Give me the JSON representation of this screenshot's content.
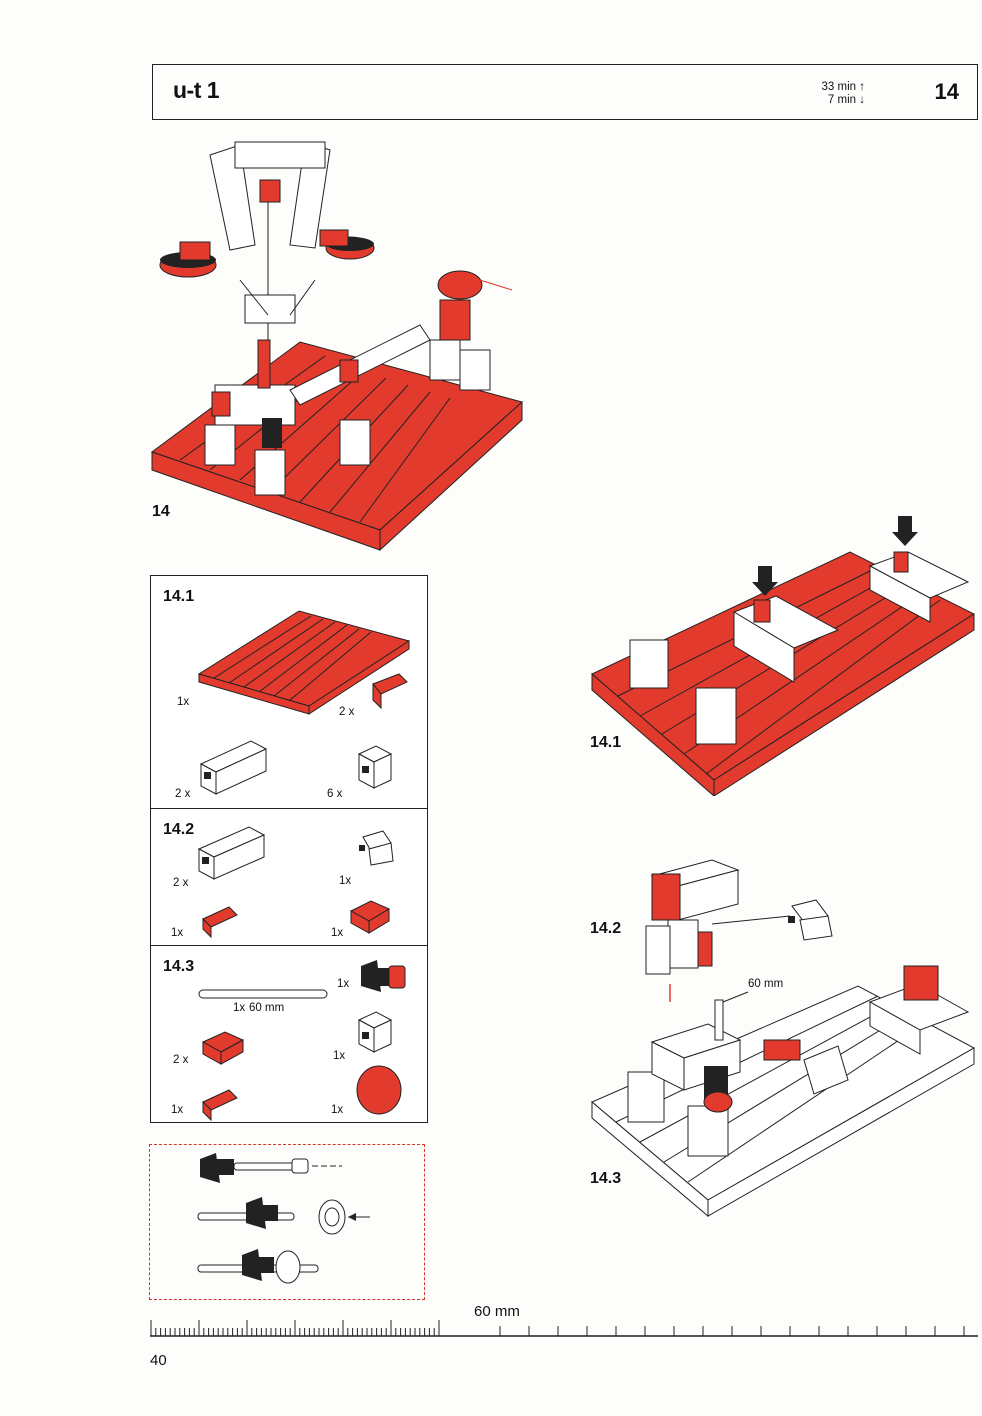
{
  "header": {
    "title": "u-t 1",
    "time_up": "33 min ↑",
    "time_down": "7 min ↓",
    "step": "14"
  },
  "main_figure": {
    "label": "14"
  },
  "parts": {
    "s1": {
      "label": "14.1",
      "q_plate": "1x",
      "q_red_block": "2 x",
      "q_long_block": "2 x",
      "q_small_block": "6 x"
    },
    "s2": {
      "label": "14.2",
      "q_long_block": "2 x",
      "q_hinge": "1x",
      "q_red_block": "1x",
      "q_red_square": "1x"
    },
    "s3": {
      "label": "14.3",
      "q_axle": "1x",
      "axle_length": "60 mm",
      "q_bevel_gear": "1x",
      "q_red_square": "2 x",
      "q_small_block": "1x",
      "q_red_block": "1x",
      "q_gear": "1x"
    }
  },
  "steps": {
    "s1_label": "14.1",
    "s2_label": "14.2",
    "s3_label": "14.3",
    "dim_label": "60 mm"
  },
  "ruler": {
    "label": "60 mm"
  },
  "page_number": "40",
  "colors": {
    "accent": "#e23b2e",
    "line": "#222222",
    "dash": "#d9362b"
  }
}
